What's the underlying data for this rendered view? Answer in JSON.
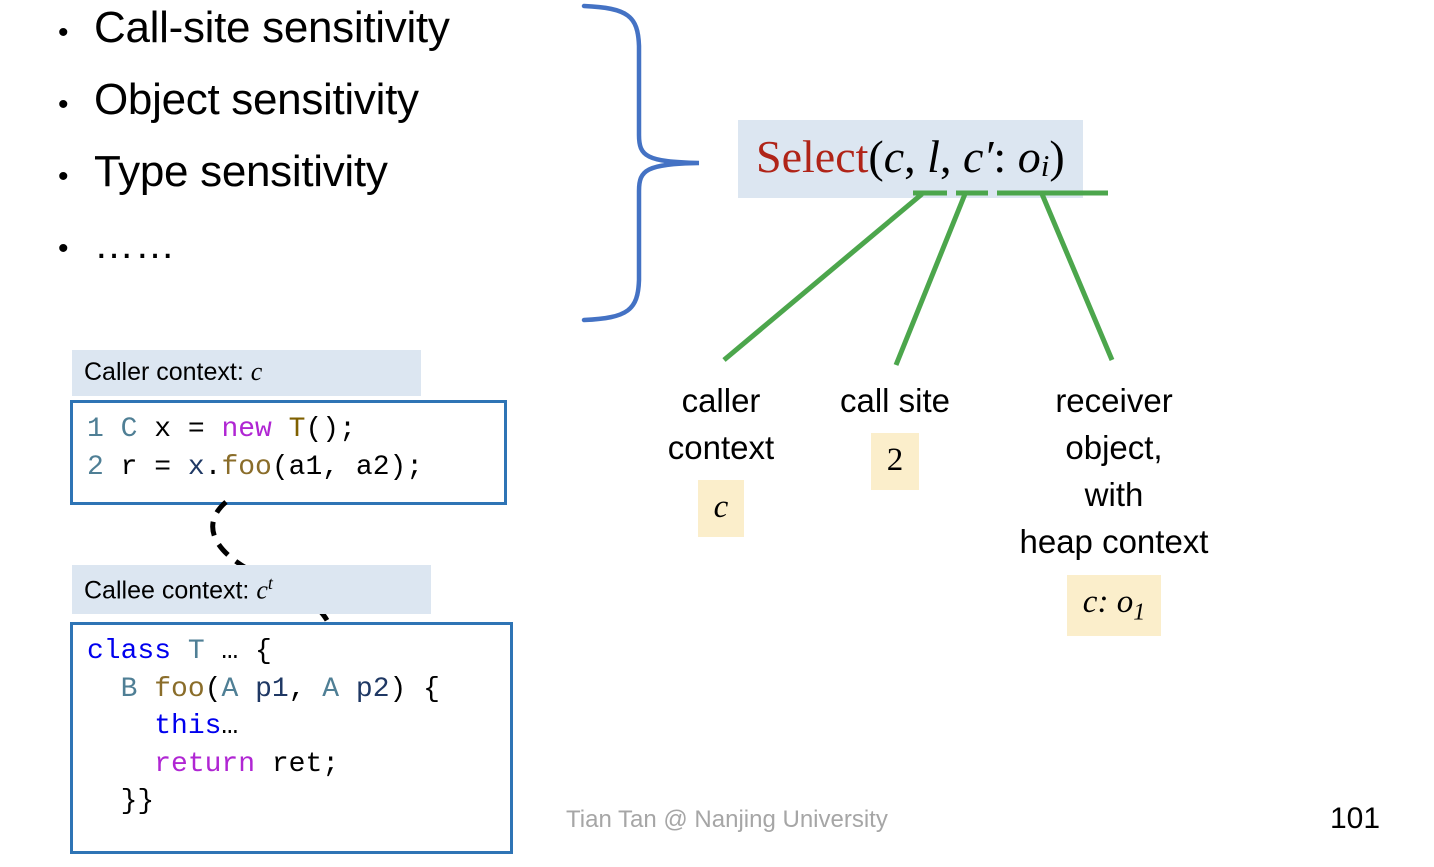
{
  "bullets": [
    {
      "marker": "•",
      "text": "Call-site sensitivity"
    },
    {
      "marker": "•",
      "text": "Object sensitivity"
    },
    {
      "marker": "•",
      "text": "Type sensitivity"
    },
    {
      "marker": "•",
      "text": "……"
    }
  ],
  "caller": {
    "label_prefix": "Caller context:",
    "label_var": "c",
    "code": {
      "line1": {
        "num": "1",
        "type": "C",
        "var": " x = ",
        "kw": "new",
        "ctor": " T",
        "rest": "();"
      },
      "line2": {
        "num": "2",
        "recv": " r = ",
        "x": "x",
        "dot": ".",
        "method": "foo",
        "args": "(a1, a2);"
      }
    }
  },
  "callee": {
    "label_prefix": "Callee context:",
    "label_var": "c",
    "label_sup": "t",
    "code": {
      "line1_kw": "class",
      "line1_type": " T",
      "line1_rest": " … {",
      "line2_ret": "  B",
      "line2_method": " foo",
      "line2_open": "(",
      "line2_t1": "A",
      "line2_p1": " p1",
      "line2_comma": ", ",
      "line2_t2": "A",
      "line2_p2": " p2",
      "line2_close": ") {",
      "line3_kw": "    this",
      "line3_rest": "…",
      "line4_kw": "    return",
      "line4_rest": " ret;",
      "line5": "  }}"
    }
  },
  "select": {
    "function_name": "Select",
    "open_paren": "(",
    "arg_c": "c",
    "sep1": ", ",
    "arg_l": "l",
    "sep2": ", ",
    "arg_cprime": "c′",
    "colon": ": ",
    "arg_o": "o",
    "arg_o_sub": "i",
    "close_paren": ")"
  },
  "annotations": {
    "caller": {
      "line1": "caller",
      "line2": "context",
      "value": "c"
    },
    "callsite": {
      "line1": "call site",
      "value": "2"
    },
    "receiver": {
      "line1": "receiver",
      "line2": "object,",
      "line3": "with",
      "line4": "heap context",
      "value_var": "c",
      "value_colon": ": ",
      "value_o": "o",
      "value_sub": "1"
    }
  },
  "footer": {
    "credit": "Tian Tan @ Nanjing University",
    "page_number": "101"
  },
  "colors": {
    "brace": "#4472c4",
    "connector_green": "#4ca64c",
    "code_border": "#2e74b5",
    "label_bg": "#dce6f1",
    "highlight_bg": "#fbeecb",
    "select_red": "#b02418",
    "footer_gray": "#a6a6a6"
  }
}
